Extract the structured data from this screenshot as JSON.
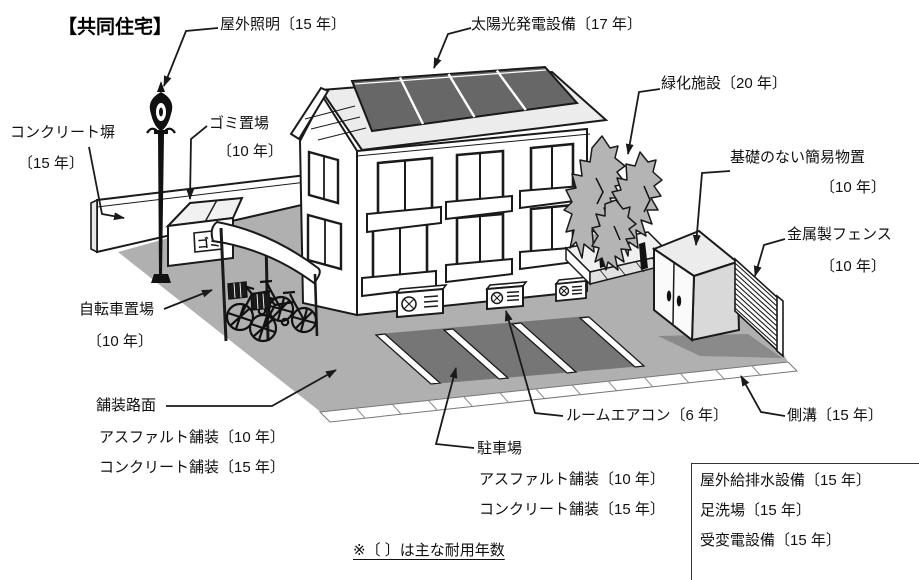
{
  "title": "【共同住宅】",
  "note": "※〔 〕は主な耐用年数",
  "labels": {
    "outdoor_lighting": "屋外照明〔15 年〕",
    "solar_power": "太陽光発電設備〔17 年〕",
    "greening": "緑化施設〔20 年〕",
    "concrete_wall": {
      "name": "コンクリート塀",
      "years": "〔15 年〕"
    },
    "garbage_area": {
      "name": "ゴミ置場",
      "years": "〔10 年〕"
    },
    "simple_shed": {
      "name": "基礎のない簡易物置",
      "years": "〔10 年〕"
    },
    "metal_fence": {
      "name": "金属製フェンス",
      "years": "〔10 年〕"
    },
    "bicycle_parking": {
      "name": "自転車置場",
      "years": "〔10 年〕"
    },
    "paved_road": {
      "name": "舗装路面",
      "line2": "アスファルト舗装〔10 年〕",
      "line3": "コンクリート舗装〔15 年〕"
    },
    "room_aircon": "ルームエアコン〔6 年〕",
    "gutter": "側溝〔15 年〕",
    "parking_lot": {
      "name": "駐車場",
      "line2": "アスファルト舗装〔10 年〕",
      "line3": "コンクリート舗装〔15 年〕"
    },
    "garbage_box_text": "ゴミ"
  },
  "legend_box": {
    "items": [
      "屋外給排水設備〔15 年〕",
      "足洗場〔15 年〕",
      "受変電設備〔15 年〕"
    ]
  },
  "colors": {
    "ground": "#b0b0b0",
    "asphalt": "#767676",
    "solar_panel": "#676767",
    "tree": "#b4b4b4",
    "outline": "#1a1a1a"
  }
}
